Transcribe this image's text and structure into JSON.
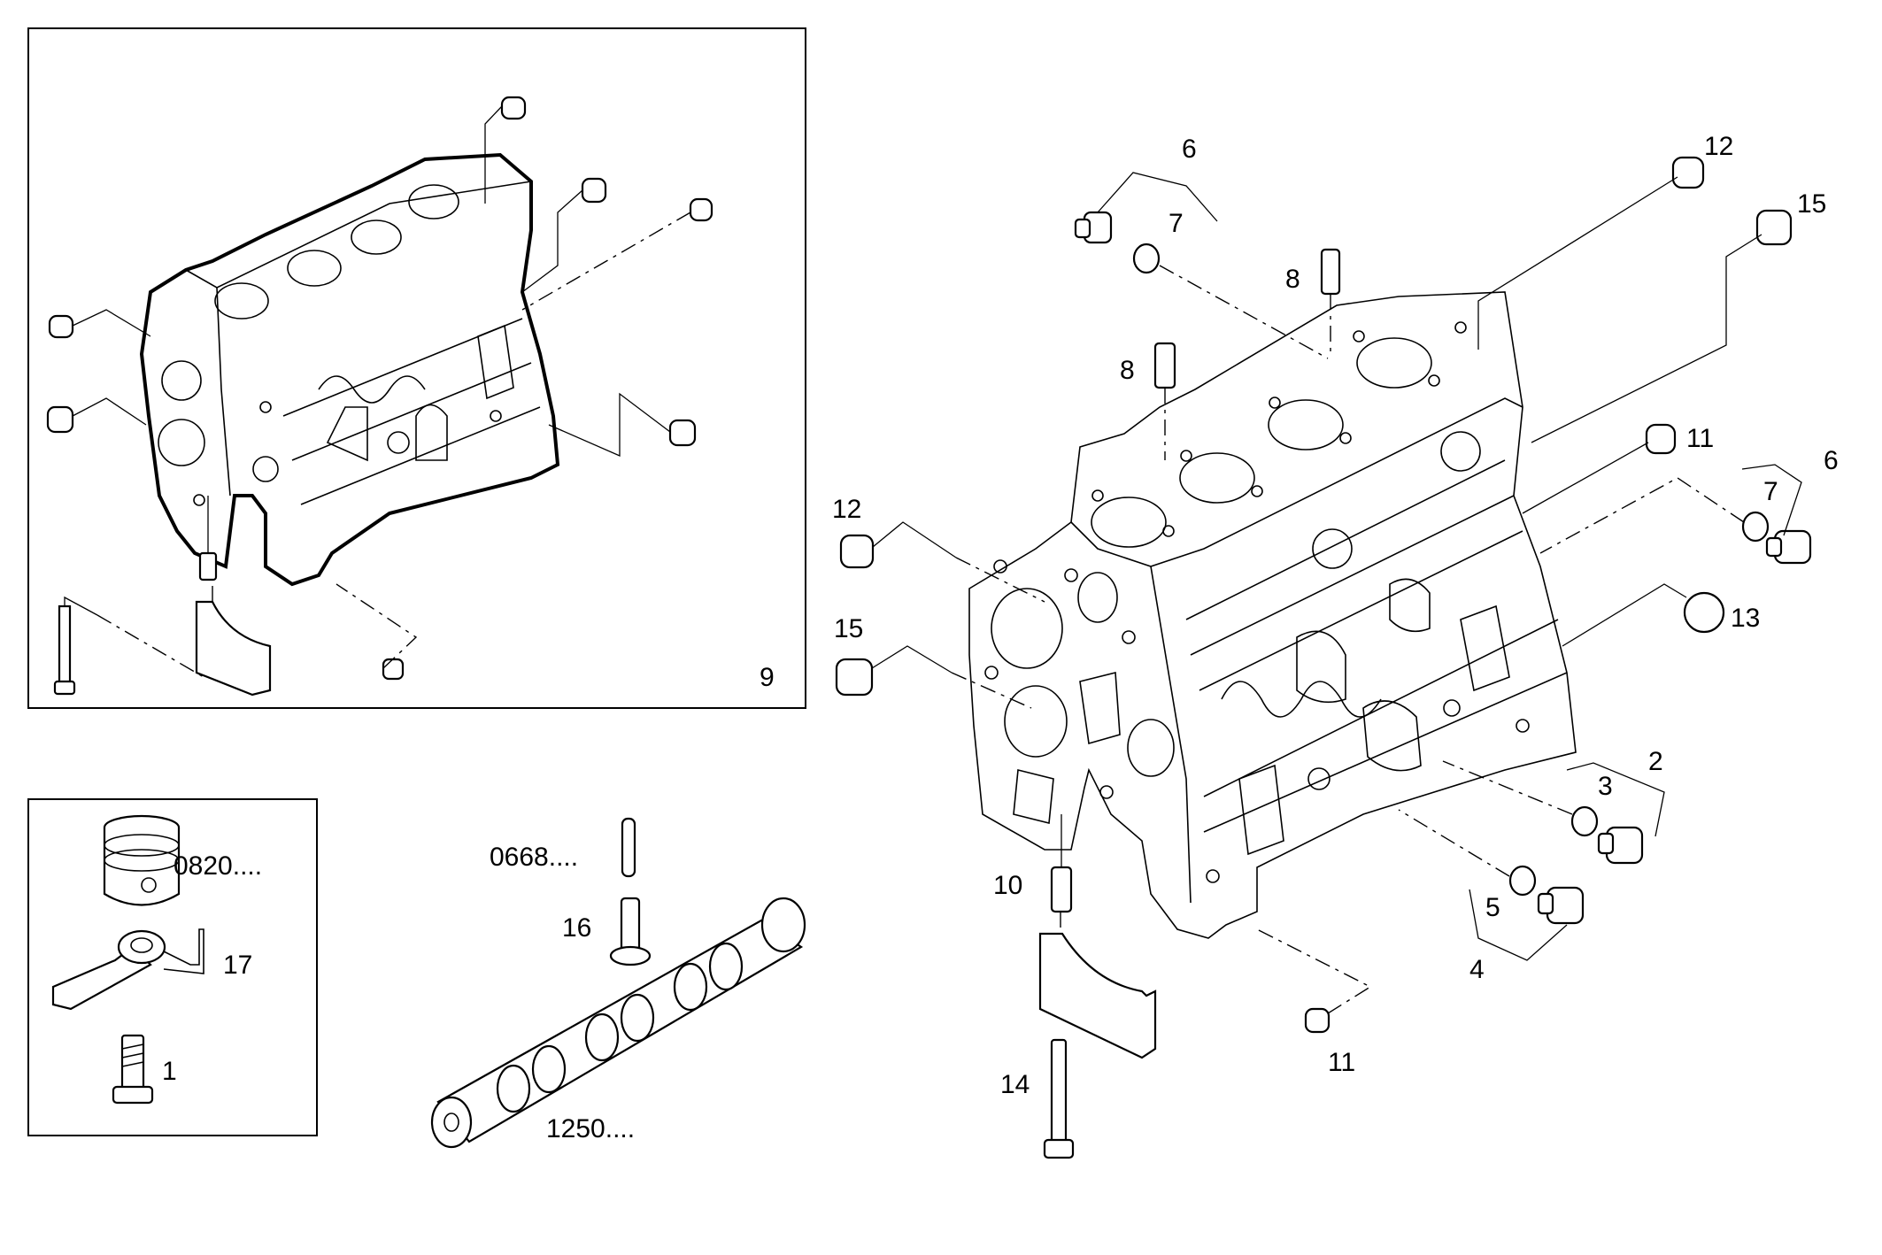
{
  "diagram": {
    "callouts": {
      "c6_top": "6",
      "c7_top": "7",
      "c8_upper": "8",
      "c8_lower": "8",
      "c12_top": "12",
      "c15_top": "15",
      "c11_upper": "11",
      "c7_right": "7",
      "c6_right": "6",
      "c12_left": "12",
      "c15_left": "15",
      "c13": "13",
      "c2": "2",
      "c3": "3",
      "c5": "5",
      "c4": "4",
      "c10": "10",
      "c11_lower": "11",
      "c14": "14",
      "c9": "9",
      "c0820": "0820....",
      "c17": "17",
      "c1": "1",
      "c0668": "0668....",
      "c16": "16",
      "c1250": "1250...."
    }
  }
}
